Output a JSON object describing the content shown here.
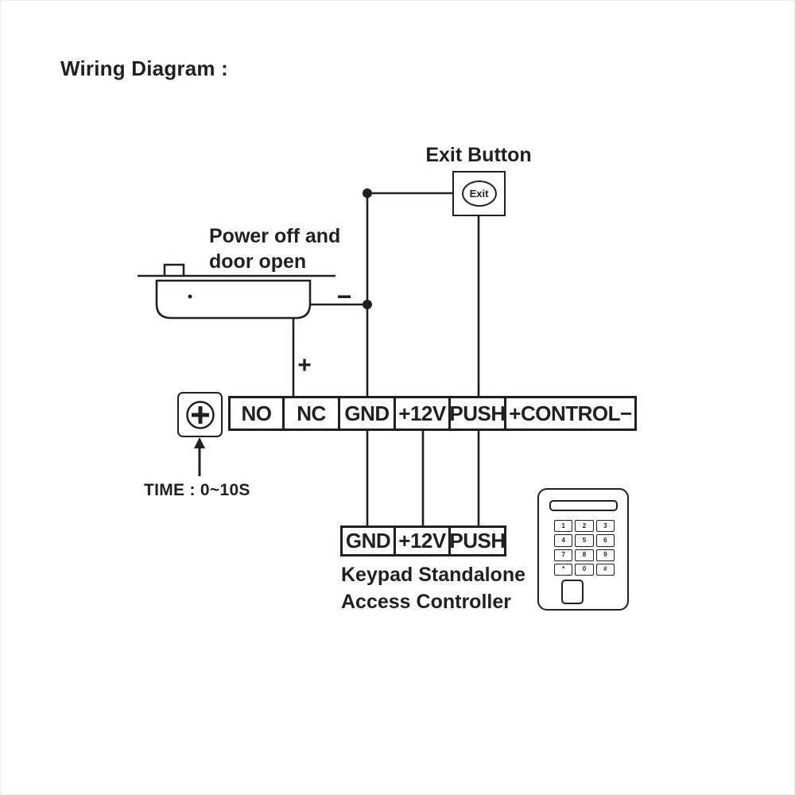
{
  "title": "Wiring Diagram :",
  "exit": {
    "label": "Exit Button",
    "button_text": "Exit"
  },
  "lock": {
    "caption_line1": "Power off and",
    "caption_line2": "door open"
  },
  "polarity": {
    "minus": "−",
    "plus": "+"
  },
  "terminals": {
    "cells": [
      "NO",
      "NC",
      "GND",
      "+12V",
      "PUSH",
      "+CONTROL−"
    ]
  },
  "timer": {
    "label": "TIME : 0~10S"
  },
  "controller": {
    "cells": [
      "GND",
      "+12V",
      "PUSH"
    ],
    "caption_line1": "Keypad Standalone",
    "caption_line2": "Access Controller"
  },
  "keypad_keys": [
    "1",
    "2",
    "3",
    "4",
    "5",
    "6",
    "7",
    "8",
    "9",
    "*",
    "0",
    "#"
  ],
  "colors": {
    "ink": "#231f20",
    "background": "#ffffff"
  }
}
